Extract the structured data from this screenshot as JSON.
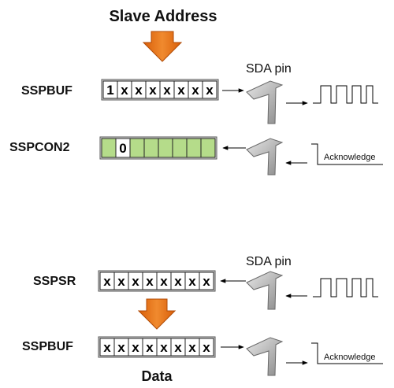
{
  "title": "Slave Address",
  "top": {
    "sspbuf_label": "SSPBUF",
    "sspbuf_bits": [
      "1",
      "x",
      "x",
      "x",
      "x",
      "x",
      "x",
      "x"
    ],
    "sda_pin_label": "SDA pin",
    "sspcon2_label": "SSPCON2",
    "sspcon2_bits": [
      "",
      "0",
      "",
      "",
      "",
      "",
      "",
      ""
    ],
    "acknowledge_label": "Acknowledge"
  },
  "bottom": {
    "sda_pin_label": "SDA pin",
    "sspsr_label": "SSPSR",
    "sspsr_bits": [
      "x",
      "x",
      "x",
      "x",
      "x",
      "x",
      "x",
      "x"
    ],
    "sspbuf_label": "SSPBUF",
    "sspbuf_bits": [
      "x",
      "x",
      "x",
      "x",
      "x",
      "x",
      "x",
      "x"
    ],
    "acknowledge_label": "Acknowledge",
    "data_label": "Data"
  },
  "colors": {
    "arrow_orange": "#e8751a",
    "register_green": "#b5dc8a",
    "register_white": "#ffffff",
    "pin_gray": "#a9a9a9"
  }
}
